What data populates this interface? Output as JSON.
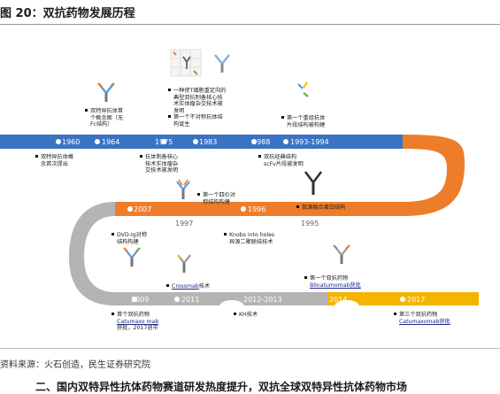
{
  "title": "图 20：双抗药物发展历程",
  "source": "资料来源：火石创造，民生证券研究院",
  "bottom_text": "二、国内双特异性抗体药物赛道研发热度提升，双抗全球双特异性抗体药物市场",
  "colors": {
    "blue": "#3a72c4",
    "orange": "#ee7d2b",
    "gray": "#b4b4b4",
    "yellow": "#f5b400"
  },
  "years": {
    "y1960": "1960",
    "y1964": "1964",
    "y1975": "1975",
    "y1983": "1983",
    "y1988": "1988",
    "y1993": "1993-1994",
    "y2007": "2007",
    "y1997": "1997",
    "y1996": "1996",
    "y1995": "1995",
    "y2009": "2009",
    "y2011": "2011",
    "y2012": "2012-2013",
    "y2014": "2014",
    "y2017": "2017"
  },
  "labels": {
    "l1964a": "双特异抗体首",
    "l1964b": "个概念图（无",
    "l1964c": "Fc结构）",
    "l1960a": "双特异抗体概",
    "l1960b": "念首次提出",
    "l1983a": "一种使T细胞重定向的",
    "l1983b": "典型双抗制备核心技",
    "l1983c": "术实体瘤杂交技术被",
    "l1983d": "发明",
    "l1983e": "第一个不对称抗体结",
    "l1983f": "构诞生",
    "l1975a": "抗体制备核心",
    "l1975b": "技术实体瘤杂",
    "l1975c": "交技术被发明",
    "l1988a": "双抗经典结构",
    "l1988b": "scFv片段被发明",
    "l1993a": "第一个重组抗体",
    "l1993b": "片段结构被构建",
    "l1997a": "第一个四价对",
    "l1997b": "称结构构建",
    "l2007a": "DVD-Ig对称",
    "l2007b": "结构构建",
    "l1996a": "Knobs into holes",
    "l1996b": "异源二聚联结技术",
    "l1995": "鼠源融合蛋白结构",
    "l2011_pre": "",
    "l2011_link": "Crossmab",
    "l2011_post": "技术",
    "l2014a": "第一个双抗药物",
    "l2014b": "Blinatumomab获批",
    "l2009a": "首个双抗药物",
    "l2009b": "Catumaxo mab",
    "l2009c": "获批，2017退市",
    "l2012": "KH技术",
    "l2017a": "第三个双抗药物",
    "l2017b": "Catumaxomab获批"
  },
  "icons": {
    "antibody": "antibody-icon",
    "grid": "structure-grid-icon"
  }
}
